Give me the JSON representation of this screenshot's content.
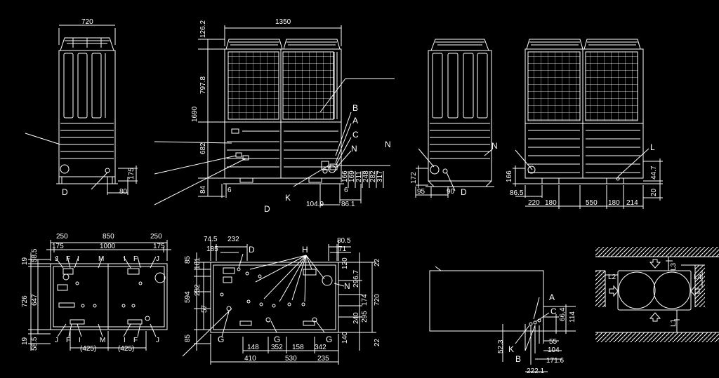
{
  "labels": {
    "w720": "720",
    "w80": "80",
    "h175": "175",
    "d1": "D",
    "w1350": "1350",
    "h1262": "126.2",
    "h7978": "797.8",
    "h1690": "1690",
    "h682": "682",
    "h84": "84",
    "w6a": "6",
    "b": "B",
    "a": "A",
    "c": "C",
    "n1": "N",
    "h166": "166",
    "h169": "169",
    "h211": "211",
    "h248": "248",
    "h282": "282",
    "h317": "317",
    "w6b": "6",
    "w1049": "104.9",
    "w861": "86.1",
    "k1": "K",
    "d2": "D",
    "n2": "N",
    "h172": "172",
    "w95": "95",
    "w90": "90",
    "d3": "D",
    "n3": "N",
    "l1": "L",
    "h166b": "166",
    "h447": "44.7",
    "h20": "20",
    "w865": "86.5",
    "w220": "220",
    "w180a": "180",
    "w550": "550",
    "w180b": "180",
    "w214": "214",
    "p250a": "250",
    "p850": "850",
    "p250b": "250",
    "p175a": "175",
    "p1000": "1000",
    "p175b": "175",
    "h19a": "19",
    "h585a": "58.5",
    "h726": "726",
    "h647": "647",
    "h19b": "19",
    "h585b": "58.5",
    "j1": "J",
    "f1": "F",
    "i1": "I",
    "m1": "M",
    "i2": "I",
    "f2": "F",
    "j2": "J",
    "j3": "J",
    "f3": "F",
    "i3": "I",
    "m2": "M",
    "i4": "I",
    "f4": "F",
    "j4": "J",
    "p425a": "(425)",
    "p425b": "(425)",
    "q745": "74.5",
    "q232": "232",
    "q185": "185",
    "qd": "D",
    "qh": "H",
    "q805": "80.5",
    "q71": "71",
    "q85a": "85",
    "q101": "101",
    "q120": "120",
    "q2967": "296.7",
    "q22a": "22",
    "qn": "N",
    "q594": "594",
    "q232b": "232",
    "q57": "57",
    "q174": "174",
    "q720": "720",
    "q240": "240",
    "q295": "295",
    "q140": "140",
    "q22b": "22",
    "q85b": "85",
    "qg1": "G",
    "qg2": "G",
    "qg3": "G",
    "q148": "148",
    "q352": "352",
    "q158": "158",
    "q342": "342",
    "q410": "410",
    "q530": "530",
    "q235": "235",
    "sa": "A",
    "sc": "C",
    "s664": "66.4",
    "s114": "114",
    "s523": "52.3",
    "sk": "K",
    "sb": "B",
    "s55": "55",
    "s104": "104",
    "s1716": "171.6",
    "s2221": "222.1",
    "l2": "L2",
    "l3": "L3",
    "l4": "L4",
    "l1b": "L1"
  }
}
